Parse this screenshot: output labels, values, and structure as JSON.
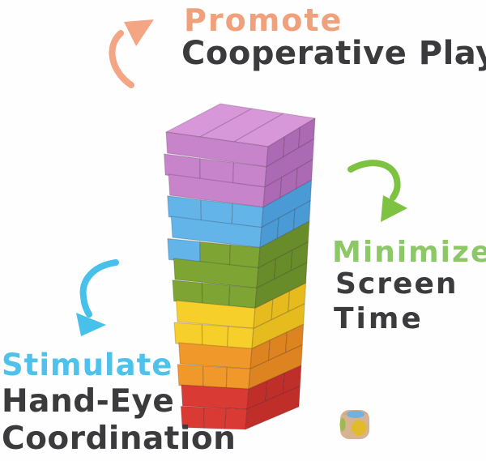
{
  "canvas": {
    "background": "#fefefe"
  },
  "annotations": {
    "promote": {
      "highlight": "Promote",
      "line2": "Cooperative Play",
      "highlight_color": "#f0a17c",
      "text_color": "#3b3b3d"
    },
    "minimize": {
      "highlight": "Minimize",
      "line2": "Screen",
      "line3": "Time",
      "highlight_color": "#8cc867",
      "text_color": "#3b3b3d"
    },
    "stimulate": {
      "highlight": "Stimulate",
      "line2": "Hand-Eye",
      "line3": "Coordination",
      "highlight_color": "#4fc2ec",
      "text_color": "#3b3b3d"
    }
  },
  "arrows": {
    "orange": {
      "label": "curved-arrow-up-right",
      "color": "#f4a583"
    },
    "green": {
      "label": "curved-arrow-hook-down",
      "color": "#7dc241"
    },
    "blue": {
      "label": "curved-arrow-down-left",
      "color": "#47c0ea"
    }
  },
  "tower": {
    "label": "rainbow-wooden-tumbling-tower",
    "palette": {
      "pink": {
        "front": "#c884cb",
        "right": "#ad6ab4",
        "top": "#d897d9"
      },
      "blue": {
        "front": "#63b4e8",
        "right": "#4a9bd5"
      },
      "green": {
        "front": "#7ea434",
        "right": "#698c2a"
      },
      "yellow": {
        "front": "#f6cf2a",
        "right": "#e5bb1e"
      },
      "orange": {
        "front": "#f0982a",
        "right": "#dd831f"
      },
      "red": {
        "front": "#d93a34",
        "right": "#c02e2a"
      }
    },
    "top_face_color": "pink",
    "top_planks": 3,
    "layers": [
      {
        "color": "pink",
        "mode": "long",
        "jut": 0
      },
      {
        "color": "pink",
        "mode": "ends",
        "jut": 4
      },
      {
        "color": "pink",
        "mode": "long",
        "jut": 0
      },
      {
        "color": "blue",
        "mode": "ends",
        "jut": 3
      },
      {
        "color": "blue",
        "mode": "long",
        "jut": 0
      },
      {
        "color": "blue",
        "mode": "ends",
        "jut": 6,
        "front_colors": [
          "blue",
          "green",
          "green"
        ],
        "right_color": "green"
      },
      {
        "color": "green",
        "mode": "long",
        "jut": 0
      },
      {
        "color": "green",
        "mode": "ends",
        "jut": 3
      },
      {
        "color": "yellow",
        "mode": "long",
        "jut": 0
      },
      {
        "color": "yellow",
        "mode": "ends",
        "jut": 4
      },
      {
        "color": "orange",
        "mode": "long",
        "jut": 0
      },
      {
        "color": "orange",
        "mode": "ends",
        "jut": 3
      },
      {
        "color": "red",
        "mode": "long",
        "jut": 0
      },
      {
        "color": "red",
        "mode": "ends",
        "jut": 2
      }
    ]
  },
  "die": {
    "label": "wooden-color-die",
    "body": "#d7b391",
    "edge": "#c6a17c",
    "top_dot": "#72b0dd",
    "front_dot": "#e2bb2a",
    "left_dot": "#9cba50"
  }
}
